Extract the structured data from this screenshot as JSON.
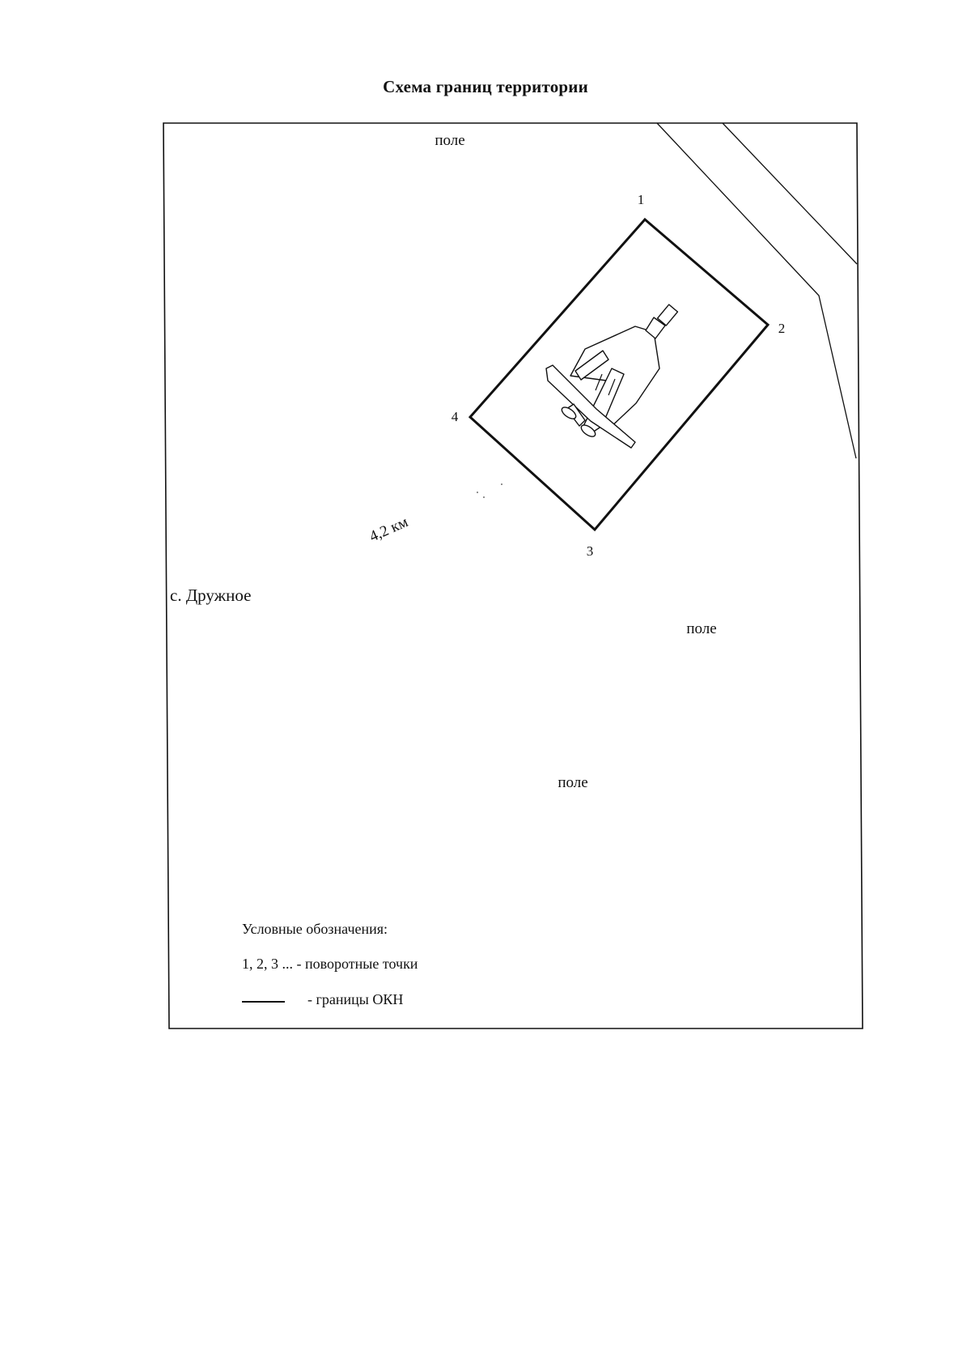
{
  "title": "Схема границ территории",
  "map": {
    "labels": {
      "field_top": "поле",
      "field_right": "поле",
      "field_bottom": "поле",
      "village": "с. Дружное",
      "distance": "4,2 км"
    },
    "points": [
      "1",
      "2",
      "3",
      "4"
    ],
    "legend": {
      "heading": "Условные обозначения:",
      "points_text": "1, 2, 3 ... - поворотные точки",
      "boundary_text": "- границы ОКН"
    }
  },
  "colors": {
    "ink": "#111111",
    "background": "#ffffff"
  }
}
